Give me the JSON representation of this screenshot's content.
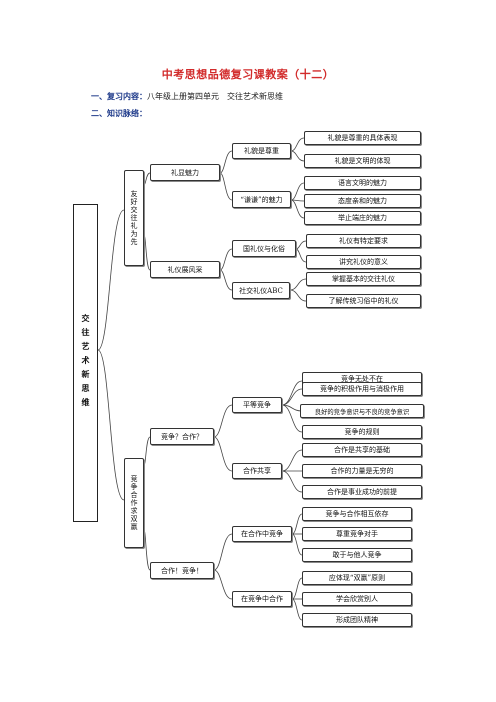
{
  "title": "中考思想品德复习课教案（十二）",
  "review": {
    "label": "一、复习内容：",
    "text": "八年级上册第四单元　交往艺术新思维"
  },
  "knowledge": {
    "label": "二、知识脉络："
  },
  "root": "交往艺术新思维",
  "branch1": {
    "label": "友好交往礼为先",
    "a": {
      "label": "礼显魅力",
      "a1": {
        "label": "礼貌是尊重",
        "items": [
          "礼貌是尊重的具体表现",
          "礼貌是文明的体现"
        ]
      },
      "a2": {
        "label": "“谦谦”的魅力",
        "items": [
          "语言文明的魅力",
          "态度亲和的魅力",
          "举止端庄的魅力"
        ]
      }
    },
    "b": {
      "label": "礼仪展风采",
      "b1": {
        "label": "国礼仪与化俗",
        "items": [
          "礼仪有特定要求",
          "讲究礼仪的意义"
        ]
      },
      "b2": {
        "label": "社交礼仪ABC",
        "items": [
          "掌握基本的交往礼仪",
          "了解传统习俗中的礼仪"
        ]
      }
    }
  },
  "branch2": {
    "label": "竞争合作求双赢",
    "a": {
      "label": "竞争？合作？",
      "a1": {
        "label": "平等竞争",
        "items": [
          "竞争无处不在",
          "竞争的积极作用与消极作用",
          "良好的竞争意识与不良的竞争意识",
          "竞争的规则"
        ]
      },
      "a2": {
        "label": "合作共享",
        "items": [
          "合作是共享的基础",
          "合作的力量是无穷的",
          "合作是事业成功的前提"
        ]
      }
    },
    "b": {
      "label": "合作！竞争！",
      "b1": {
        "label": "在合作中竞争",
        "items": [
          "竞争与合作相互依存",
          "尊重竞争对手",
          "敢于与他人竞争"
        ]
      },
      "b2": {
        "label": "在竞争中合作",
        "items": [
          "应体现“双赢”原则",
          "学会欣赏别人",
          "形成团队精神"
        ]
      }
    }
  }
}
